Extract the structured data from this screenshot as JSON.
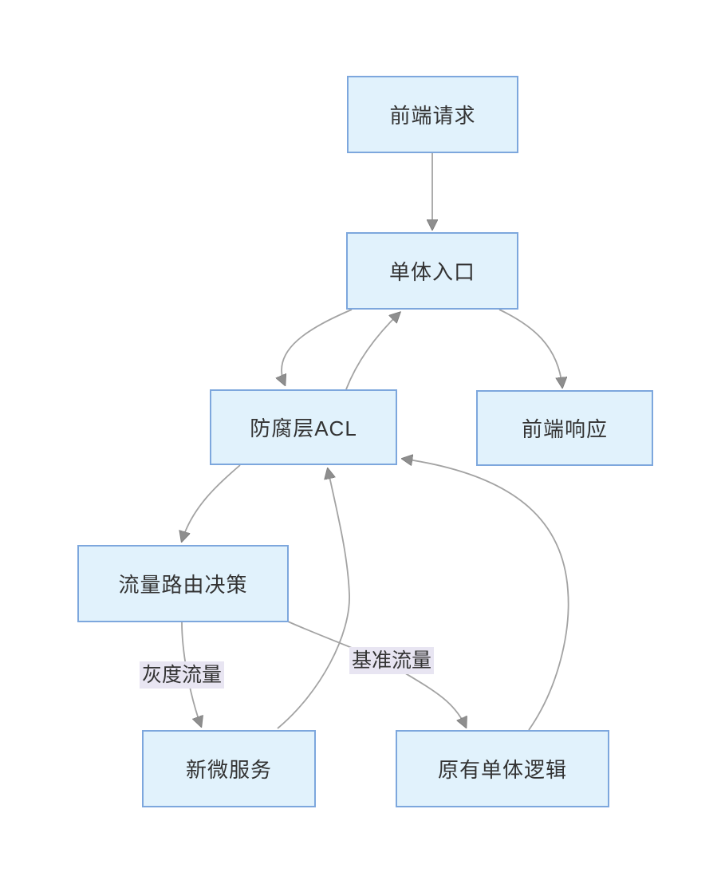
{
  "diagram": {
    "type": "flowchart",
    "background": "#ffffff",
    "node_fill": "#e1f2fc",
    "node_border": "#7da7dd",
    "edge_line_color": "#a3a3a3",
    "arrowhead_color": "#8e8e8e",
    "edge_label_bg": "#e8e5f2",
    "text_color": "#333333",
    "nodes": [
      {
        "id": "frontend-request",
        "label": "前端请求"
      },
      {
        "id": "monolith-entry",
        "label": "单体入口"
      },
      {
        "id": "acl-layer",
        "label": "防腐层ACL"
      },
      {
        "id": "frontend-response",
        "label": "前端响应"
      },
      {
        "id": "routing-decision",
        "label": "流量路由决策"
      },
      {
        "id": "new-microservice",
        "label": "新微服务"
      },
      {
        "id": "legacy-monolith",
        "label": "原有单体逻辑"
      }
    ],
    "edges": [
      {
        "from": "前端请求",
        "to": "单体入口",
        "label": ""
      },
      {
        "from": "单体入口",
        "to": "防腐层ACL",
        "label": ""
      },
      {
        "from": "防腐层ACL",
        "to": "单体入口",
        "label": ""
      },
      {
        "from": "单体入口",
        "to": "前端响应",
        "label": ""
      },
      {
        "from": "防腐层ACL",
        "to": "流量路由决策",
        "label": ""
      },
      {
        "from": "流量路由决策",
        "to": "新微服务",
        "label": "灰度流量"
      },
      {
        "from": "流量路由决策",
        "to": "原有单体逻辑",
        "label": "基准流量"
      },
      {
        "from": "新微服务",
        "to": "防腐层ACL",
        "label": ""
      },
      {
        "from": "原有单体逻辑",
        "to": "防腐层ACL",
        "label": ""
      }
    ]
  }
}
